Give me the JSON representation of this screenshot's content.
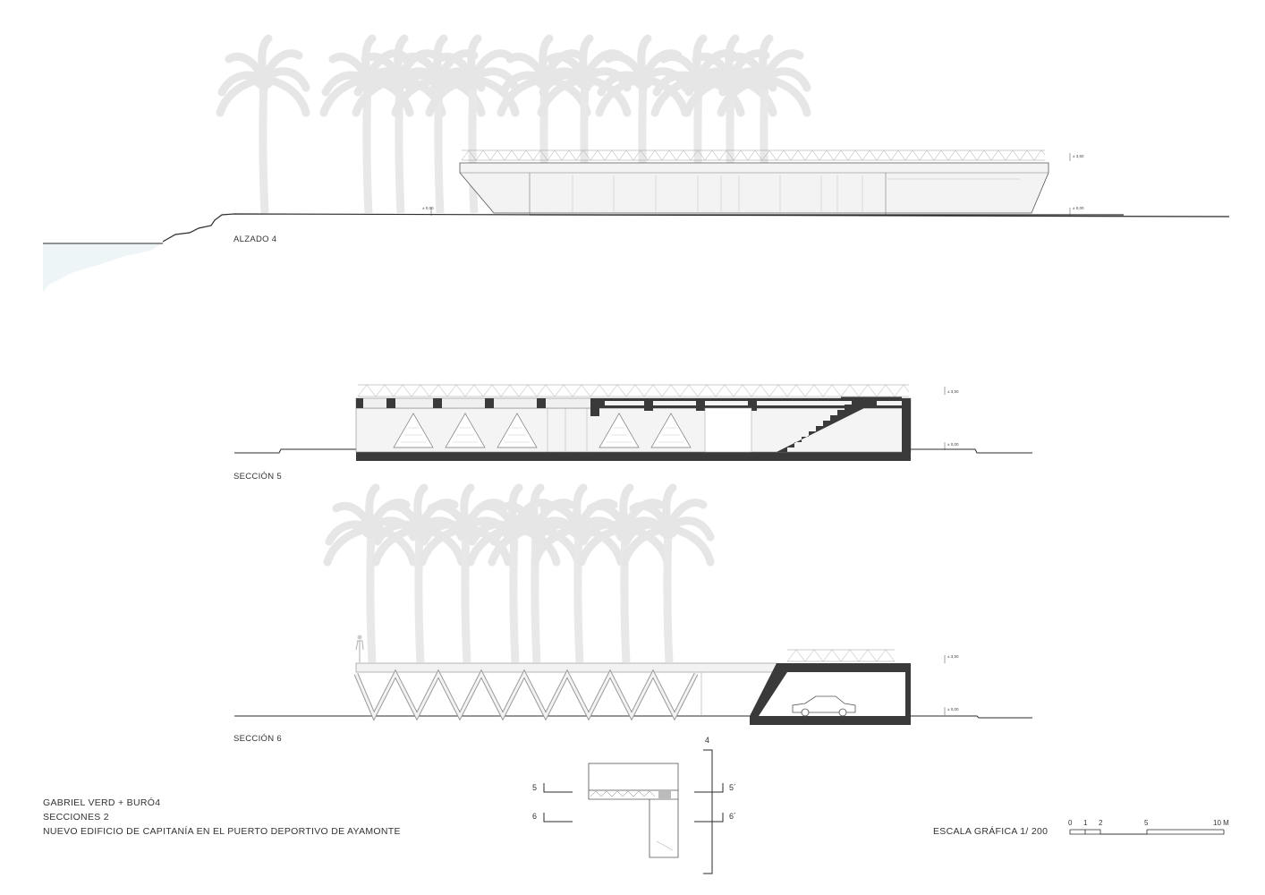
{
  "drawings": {
    "elevation_4": {
      "label": "ALZADO 4",
      "level_base": "± 0,00",
      "level_top": "± 3,50"
    },
    "section_5": {
      "label": "SECCIÓN 5",
      "level_base": "± 0,00",
      "level_top": "± 3,50"
    },
    "section_6": {
      "label": "SECCIÓN 6",
      "level_base": "± 0,00",
      "level_top": "± 3,50"
    }
  },
  "credits": {
    "authors": "GABRIEL VERD + BURÓ4",
    "sheet": "SECCIONES 2",
    "project": "NUEVO EDIFICIO DE CAPITANÍA EN EL PUERTO DEPORTIVO DE AYAMONTE"
  },
  "key_plan": {
    "cut_4": "4",
    "cut_5": "5",
    "cut_5p": "5´",
    "cut_6": "6",
    "cut_6p": "6´"
  },
  "scale": {
    "label": "ESCALA GRÁFICA 1/ 200",
    "ticks": [
      "0",
      "1",
      "2",
      "5",
      "10 M"
    ]
  },
  "colors": {
    "line": "#2b2b2b",
    "solid": "#3a3a3a",
    "ghost": "#e6e6e6",
    "water": "#eef5f7"
  }
}
